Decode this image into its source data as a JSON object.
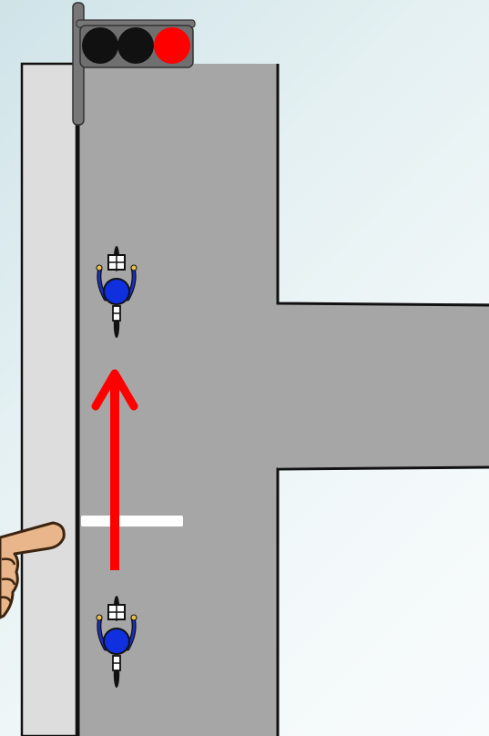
{
  "scene": {
    "description_free": true,
    "traffic_light": {
      "lamps": [
        "off",
        "off",
        "red"
      ],
      "colors": {
        "off": "#111111",
        "red": "#ff0000",
        "housing": "#6f6f6f",
        "pole": "#777777"
      }
    },
    "road": {
      "color": "#a6a6a6",
      "edge_color": "#111111"
    },
    "sidewalk": {
      "color": "#dddddd"
    },
    "stop_line": {
      "color": "#ffffff"
    },
    "arrow": {
      "color": "#ff0000",
      "direction": "up"
    },
    "cyclists": [
      {
        "id": "cyclist-ahead",
        "helmet_color": "#1030e0"
      },
      {
        "id": "cyclist-at-stop-line",
        "helmet_color": "#1030e0"
      }
    ],
    "pointing_hand": {
      "skin_color": "#e8b68a",
      "outline_color": "#3a2410",
      "points_to": "stop-line"
    }
  }
}
